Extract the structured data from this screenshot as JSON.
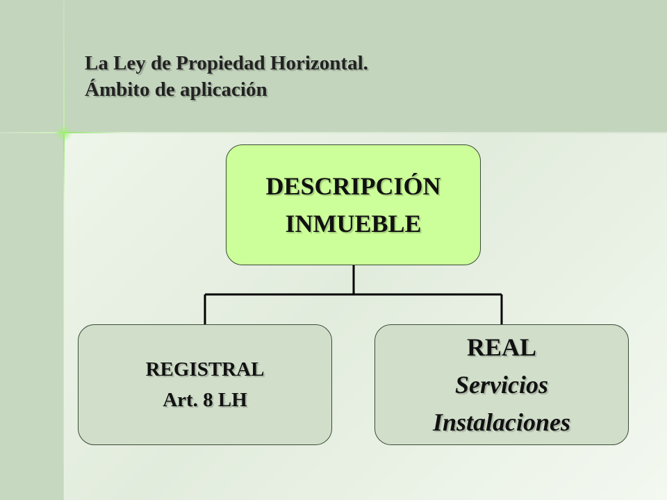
{
  "slide": {
    "title_line1": "La Ley de Propiedad Horizontal.",
    "title_line2": "Ámbito de aplicación"
  },
  "diagram": {
    "root": {
      "line1": "DESCRIPCIÓN",
      "line2": "INMUEBLE"
    },
    "left": {
      "line1": "REGISTRAL",
      "line2": "Art. 8 LH"
    },
    "right": {
      "line1": "REAL",
      "line2": "Servicios",
      "line3": "Instalaciones"
    }
  },
  "colors": {
    "root_fill": "#ccff99",
    "child_fill": "#d1dfca",
    "header_band": "#c3d5bd",
    "connector": "#000000"
  }
}
